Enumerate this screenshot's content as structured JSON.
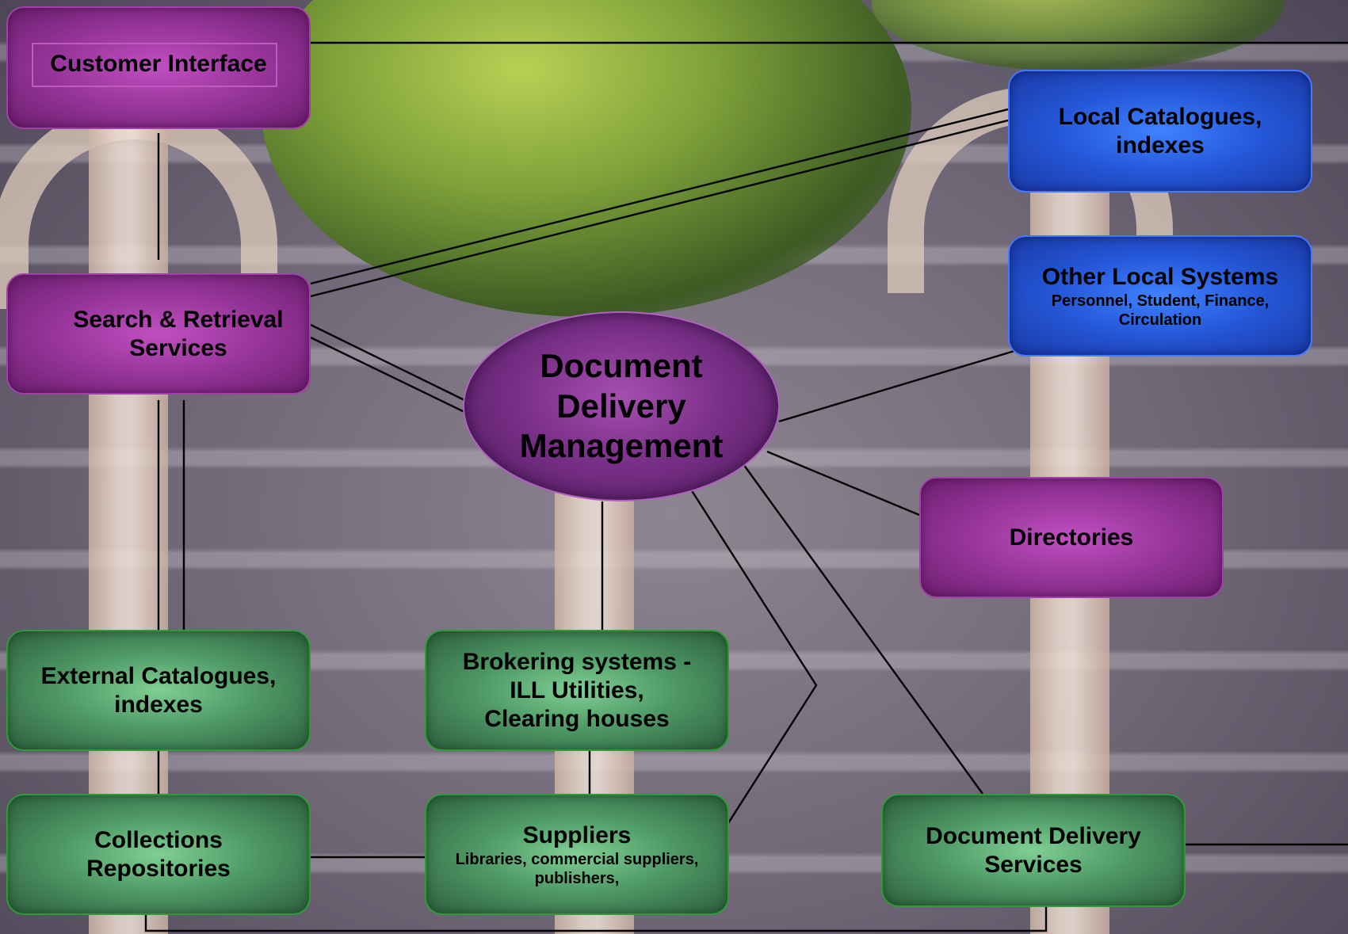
{
  "diagram": {
    "center": {
      "lines": [
        "Document",
        "Delivery",
        "Management"
      ]
    },
    "customer_interface": {
      "label": "Customer Interface"
    },
    "search_retrieval": {
      "lines": [
        "Search & Retrieval",
        "Services"
      ]
    },
    "local_catalogues": {
      "lines": [
        "Local Catalogues,",
        "indexes"
      ]
    },
    "other_local_systems": {
      "title": "Other Local Systems",
      "sub": [
        "Personnel, Student, Finance,",
        "Circulation"
      ]
    },
    "directories": {
      "label": "Directories"
    },
    "external_catalogues": {
      "lines": [
        "External Catalogues,",
        "indexes"
      ]
    },
    "brokering": {
      "lines": [
        "Brokering systems -",
        "ILL Utilities,",
        "Clearing houses"
      ]
    },
    "collections": {
      "lines": [
        "Collections",
        "Repositories"
      ]
    },
    "suppliers": {
      "title": "Suppliers",
      "sub": [
        "Libraries, commercial suppliers,",
        "publishers,"
      ]
    },
    "dd_services": {
      "lines": [
        "Document Delivery",
        "Services"
      ]
    }
  },
  "colors": {
    "purple_node": "#9b379e",
    "blue_node": "#2456d6",
    "green_node": "#4f9a66",
    "connector": "#000000"
  }
}
